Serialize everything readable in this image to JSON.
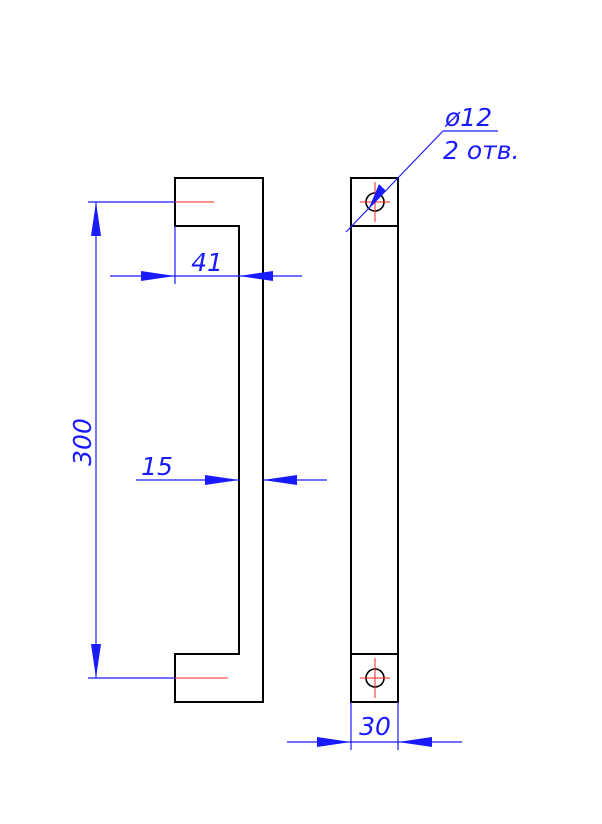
{
  "drawing": {
    "dimensions": {
      "height": "300",
      "width_inner": "41",
      "thickness": "15",
      "side_width": "30"
    },
    "callout": {
      "line1": "ø12",
      "line2": "2  отв."
    }
  },
  "colors": {
    "part_outline": "#000000",
    "dimension": "#1a1aff",
    "centerline": "#ff2020",
    "background": "#ffffff"
  }
}
